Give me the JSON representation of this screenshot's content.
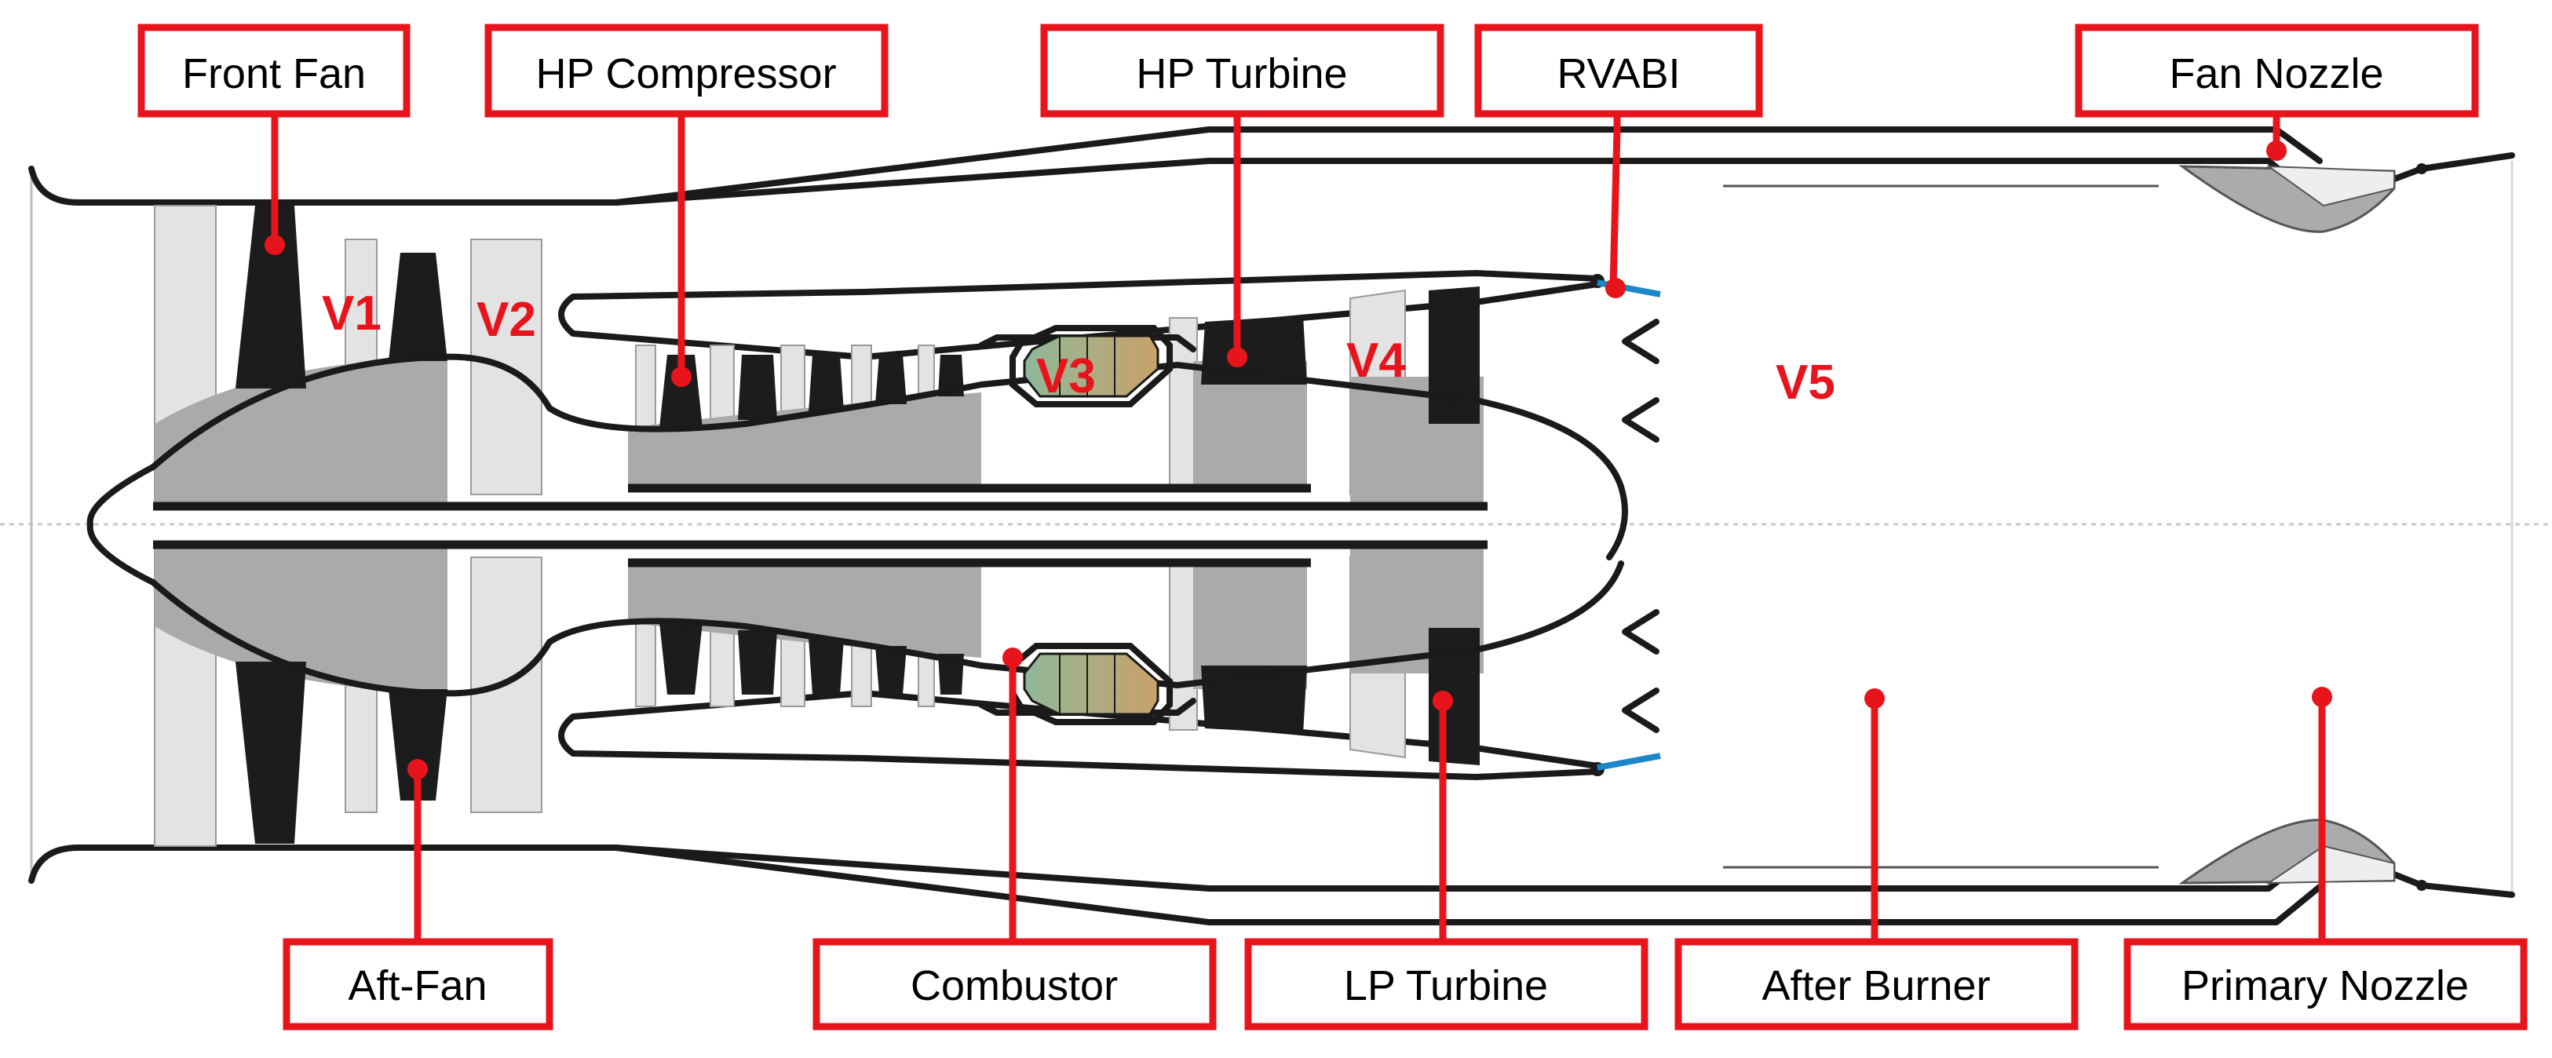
{
  "labels": {
    "front_fan": "Front Fan",
    "hp_compressor": "HP Compressor",
    "hp_turbine": "HP Turbine",
    "rvabi": "RVABI",
    "fan_nozzle": "Fan Nozzle",
    "aft_fan": "Aft-Fan",
    "combustor": "Combustor",
    "lp_turbine": "LP Turbine",
    "after_burner": "After Burner",
    "primary_nozzle": "Primary Nozzle"
  },
  "stations": {
    "v1": "V1",
    "v2": "V2",
    "v3": "V3",
    "v4": "V4",
    "v5": "V5"
  },
  "colors": {
    "label_red": "#e8141c",
    "outline": "#1a1a1a",
    "hub_gray": "#aaaaaa",
    "stator_gray": "#e3e3e3",
    "rvabi_blue": "#1b87c9",
    "combustor_green": "#8fb89a",
    "combustor_tan": "#c9a26a"
  }
}
